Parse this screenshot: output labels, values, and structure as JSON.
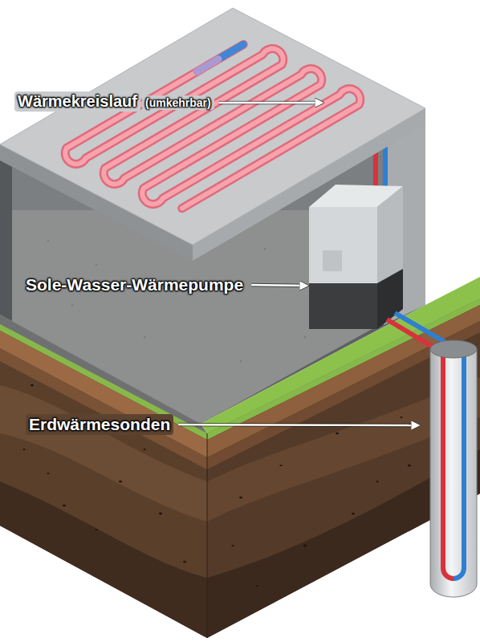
{
  "diagram": {
    "labels": [
      "Wärmekreislauf",
      "(umkehrbar)",
      "Sole-Wasser-Wärmepumpe",
      "Erdwärmesonden"
    ]
  }
}
